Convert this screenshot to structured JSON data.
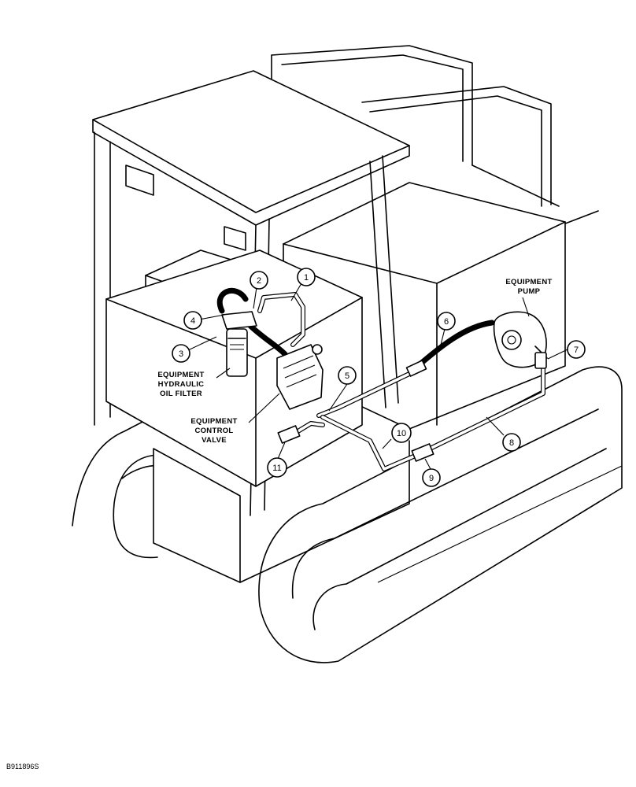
{
  "labels": {
    "pump": [
      "EQUIPMENT",
      "PUMP"
    ],
    "filter": [
      "EQUIPMENT",
      "HYDRAULIC",
      "OIL FILTER"
    ],
    "valve": [
      "EQUIPMENT",
      "CONTROL",
      "VALVE"
    ]
  },
  "callouts": [
    "1",
    "2",
    "3",
    "4",
    "5",
    "6",
    "7",
    "8",
    "9",
    "10",
    "11"
  ],
  "figure_id": "B911896S"
}
